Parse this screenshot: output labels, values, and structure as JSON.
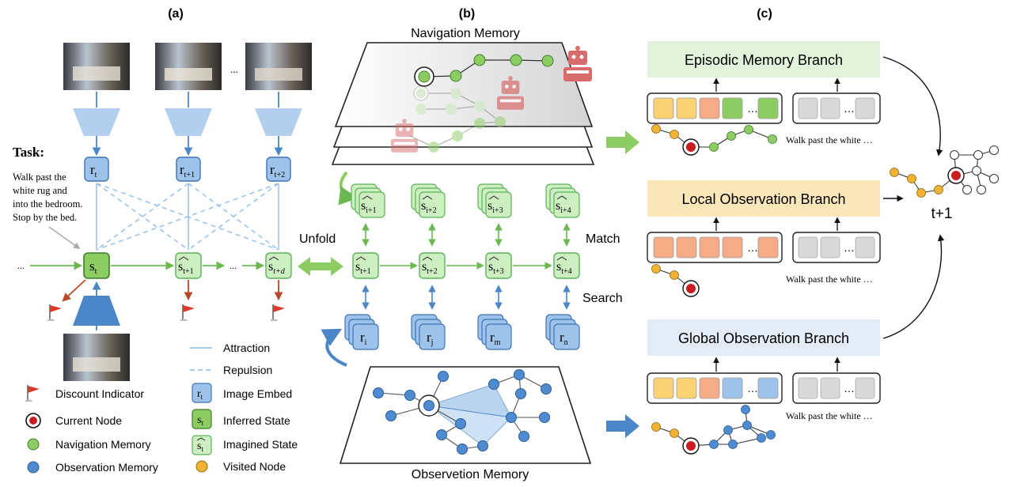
{
  "panels": {
    "a": "(a)",
    "b": "(b)",
    "c": "(c)"
  },
  "panel_a": {
    "ellipsis": "...",
    "task_title": "Task:",
    "task_lines": [
      "Walk past the",
      "white rug and",
      "into the bedroom.",
      "Stop by the bed."
    ],
    "r_labels": [
      "r",
      "r",
      "r"
    ],
    "r_subs": [
      "t",
      "t+1",
      "t+2"
    ],
    "state_label": "s",
    "state_sub": "t",
    "imag_labels": [
      "s",
      "s"
    ],
    "imag_subs": [
      "t+1",
      "t+d"
    ]
  },
  "legend": {
    "left": [
      {
        "icon": "flag-icon",
        "label": "Discount Indicator"
      },
      {
        "icon": "current-node-icon",
        "label": "Current Node"
      },
      {
        "icon": "green-dot-icon",
        "label": "Navigation Memory"
      },
      {
        "icon": "blue-dot-icon",
        "label": "Observation Memory"
      }
    ],
    "right": [
      {
        "icon": "solid-line-icon",
        "label": "Attraction"
      },
      {
        "icon": "dashed-line-icon",
        "label": "Repulsion"
      },
      {
        "icon": "image-embed-icon",
        "symbol": "r",
        "sub": "t",
        "label": "Image Embed"
      },
      {
        "icon": "inferred-state-icon",
        "symbol": "s",
        "sub": "t",
        "label": "Inferred State"
      },
      {
        "icon": "imagined-state-icon",
        "symbol": "s",
        "sub": "t",
        "label": "Imagined State"
      },
      {
        "icon": "yellow-dot-icon",
        "label": "Visited Node"
      }
    ]
  },
  "panel_b": {
    "nav_title": "Navigation Memory",
    "obs_title": "Observetion Memory",
    "unfold": "Unfold",
    "match": "Match",
    "search": "Search",
    "top_labels": [
      "s",
      "s",
      "s",
      "s"
    ],
    "top_subs": [
      "i+1",
      "i+2",
      "i+3",
      "i+4"
    ],
    "mid_labels": [
      "s",
      "s",
      "s",
      "s"
    ],
    "mid_subs": [
      "t+1",
      "t+2",
      "t+3",
      "t+4"
    ],
    "bot_labels": [
      "r",
      "r",
      "r",
      "r"
    ],
    "bot_subs": [
      "i",
      "j",
      "m",
      "n"
    ]
  },
  "panel_c": {
    "branches": [
      "Episodic Memory Branch",
      "Local Observation Branch",
      "Global Observation Branch"
    ],
    "instruction": "Walk past the white …",
    "output_label": "t+1"
  },
  "colors": {
    "episodic_bg": "#e2f2da",
    "local_bg": "#fae7b9",
    "global_bg": "#e3ecf6",
    "green_node": "#8dcc63",
    "blue_node": "#4e8bd1",
    "yellow_node": "#f2b233",
    "red_node": "#c91d21",
    "imag_fill": "#cdeec1",
    "imag_stroke": "#5cb25a",
    "embed_fill": "#9ec3ea",
    "embed_stroke": "#3d73b4"
  }
}
